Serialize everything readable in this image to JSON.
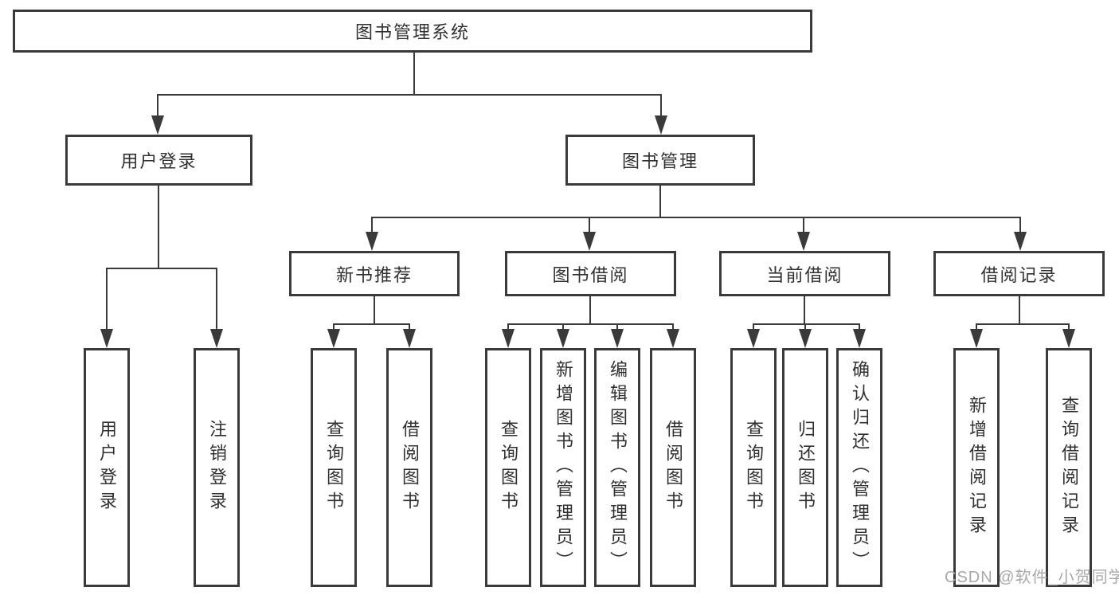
{
  "colors": {
    "line": "#3a3a3a",
    "text": "#303030",
    "watermark": "#a8a8a8",
    "background": "#ffffff"
  },
  "watermark": {
    "text": "CSDN @软件_小贺同学"
  },
  "tree": {
    "root": {
      "label": "图书管理系统"
    },
    "branches": [
      {
        "label": "用户登录",
        "children": [
          {
            "label": "用户登录"
          },
          {
            "label": "注销登录"
          }
        ]
      },
      {
        "label": "图书管理",
        "sections": [
          {
            "label": "新书推荐",
            "children": [
              {
                "label": "查询图书"
              },
              {
                "label": "借阅图书"
              }
            ]
          },
          {
            "label": "图书借阅",
            "children": [
              {
                "label": "查询图书"
              },
              {
                "label": "新增图书（管理员）"
              },
              {
                "label": "编辑图书（管理员）"
              },
              {
                "label": "借阅图书"
              }
            ]
          },
          {
            "label": "当前借阅",
            "children": [
              {
                "label": "查询图书"
              },
              {
                "label": "归还图书"
              },
              {
                "label": "确认归还（管理员）"
              }
            ]
          },
          {
            "label": "借阅记录",
            "children": [
              {
                "label": "新增借阅记录"
              },
              {
                "label": "查询借阅记录"
              }
            ]
          }
        ]
      }
    ]
  }
}
